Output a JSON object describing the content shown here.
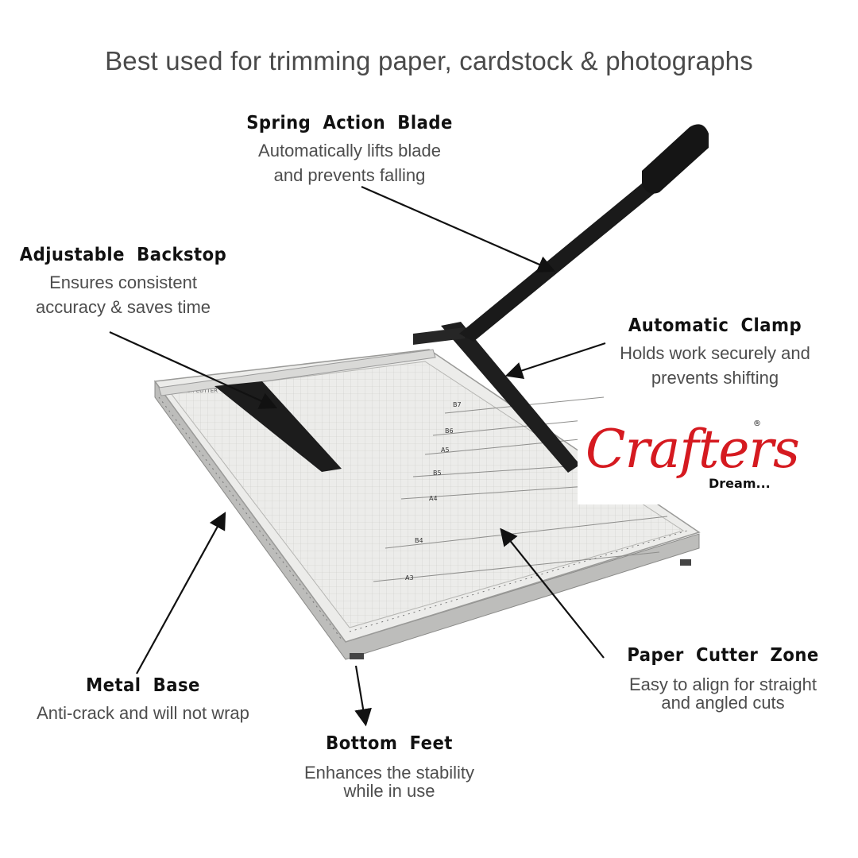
{
  "headline": "Best used for trimming paper, cardstock & photographs",
  "callouts": {
    "spring_blade": {
      "title": "Spring Action Blade",
      "desc": [
        "Automatically lifts blade",
        "and prevents falling"
      ]
    },
    "backstop": {
      "title": "Adjustable Backstop",
      "desc": [
        "Ensures consistent",
        "accuracy & saves time"
      ]
    },
    "clamp": {
      "title": "Automatic Clamp",
      "desc": [
        "Holds work securely and",
        "prevents shifting"
      ]
    },
    "cutter_zone": {
      "title": "Paper Cutter Zone",
      "desc": [
        "Easy to align for straight",
        "and angled cuts"
      ]
    },
    "metal_base": {
      "title": "Metal Base",
      "desc": [
        "Anti-crack and will not wrap"
      ]
    },
    "bottom_feet": {
      "title": "Bottom Feet",
      "desc": [
        "Enhances the stability",
        "while in use"
      ]
    }
  },
  "cutter_labels": {
    "brand": "PAPER CUTTER",
    "sizes": [
      "B7",
      "B6",
      "A5",
      "B5",
      "A4",
      "B4",
      "A3"
    ]
  },
  "logo": {
    "word": "Crafters",
    "sub": "Dream...",
    "mark": "®"
  },
  "colors": {
    "logo_red": "#d51a20",
    "board": "#ececea",
    "handle": "#1a1a1a"
  }
}
